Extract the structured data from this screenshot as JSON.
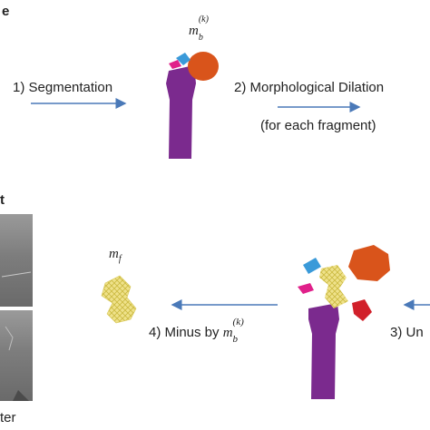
{
  "top_left_fragment": "e",
  "mid_left_fragment": "t",
  "bottom_left_fragment": "ter",
  "symbols": {
    "mb_base": "m",
    "mb_sub": "b",
    "mb_sup": "(k)",
    "mf_base": "m",
    "mf_sub": "f"
  },
  "steps": {
    "step1": "1) Segmentation",
    "step2": "2) Morphological Dilation",
    "step2_note": "(for each fragment)",
    "step3": "3) Un",
    "step4_prefix": "4) Minus by "
  },
  "colors": {
    "bone_purple": "#7b2a8e",
    "fragment_orange": "#d9541b",
    "fragment_blue": "#3a9ad9",
    "fragment_pink": "#e0208a",
    "fragment_red": "#d1202a",
    "mask_yellow": "#efe28a",
    "arrow_blue": "#4a79b8"
  }
}
